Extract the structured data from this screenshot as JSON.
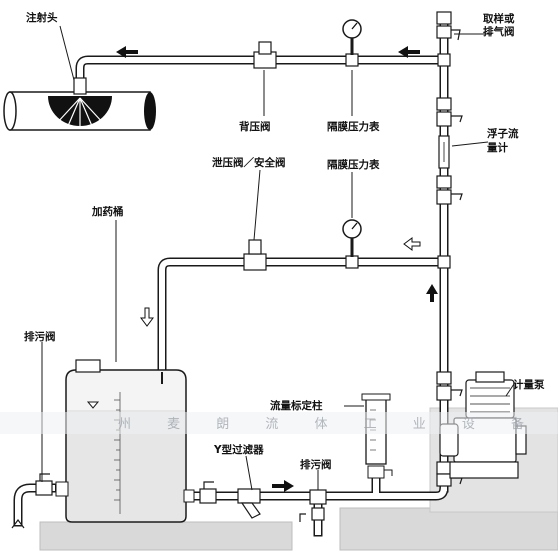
{
  "labels": {
    "injector": "注射头",
    "back_pressure_valve": "背压阀",
    "gauge_top": "隔膜压力表",
    "sampling_vent_valve_line1": "取样或",
    "sampling_vent_valve_line2": "排气阀",
    "float_flowmeter_line1": "浮子流",
    "float_flowmeter_line2": "量计",
    "relief_safety_valve": "泄压阀／安全阀",
    "gauge_mid": "隔膜压力表",
    "dosing_tank": "加药桶",
    "drain_valve_left": "排污阀",
    "calibration_column": "流量标定柱",
    "metering_pump": "计量泵",
    "y_strainer": "Y型过滤器",
    "drain_valve_bottom": "排污阀"
  },
  "watermark": "州 麦 朗 流 体 工 业 设 备 有 限 公 司",
  "icons": {
    "flow_left_arrow": "arrow-left",
    "flow_up_arrow": "arrow-up",
    "flow_right_arrow": "arrow-right",
    "flow_down_outline_arrow": "outline-arrow-down",
    "flow_left_outline_arrow": "outline-arrow-left"
  }
}
